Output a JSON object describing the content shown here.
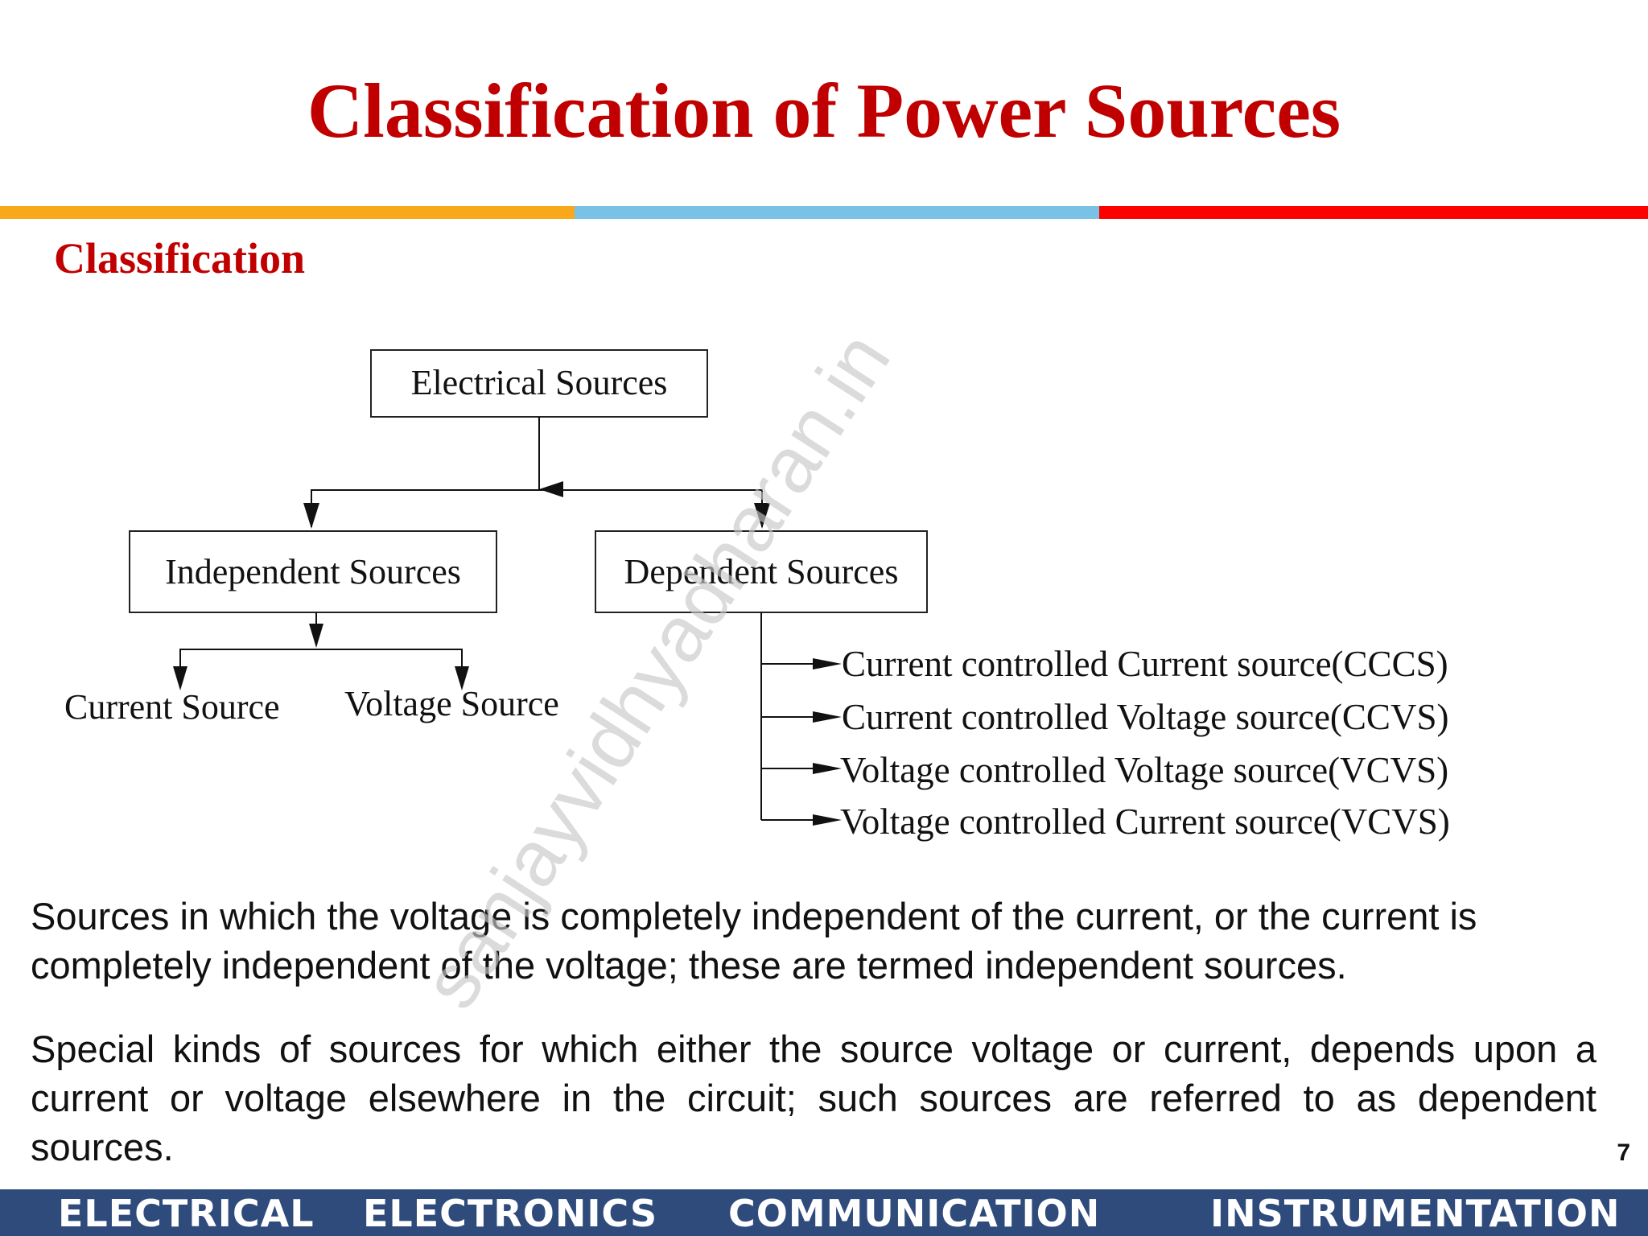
{
  "title": "Classification of Power Sources",
  "subtitle": "Classification",
  "colors": {
    "title": "#c00000",
    "stripe_left": "#f8a81b",
    "stripe_middle": "#79c2e6",
    "stripe_right": "#ff0000",
    "footer_background": "#2f4b7c",
    "footer_text": "#ffffff"
  },
  "diagram": {
    "root": "Electrical Sources",
    "independent": "Independent Sources",
    "dependent": "Dependent Sources",
    "current_source": "Current Source",
    "voltage_source": "Voltage Source",
    "dependent_types": [
      "Current controlled Current source(CCCS)",
      "Current controlled Voltage source(CCVS)",
      "Voltage controlled Voltage source(VCVS)",
      "Voltage controlled Current source(VCVS)"
    ]
  },
  "watermark": "sanjayvidhyadharan.in",
  "paragraphs": {
    "independent": "Sources in which the voltage is completely independent of the current, or the current is completely independent of the voltage; these are termed independent sources.",
    "dependent": "Special kinds of sources for which either the source voltage or current, depends upon a current or voltage elsewhere in the circuit; such sources are referred to as dependent sources."
  },
  "page_number": "7",
  "footer": [
    "ELECTRICAL",
    "ELECTRONICS",
    "COMMUNICATION",
    "INSTRUMENTATION"
  ]
}
